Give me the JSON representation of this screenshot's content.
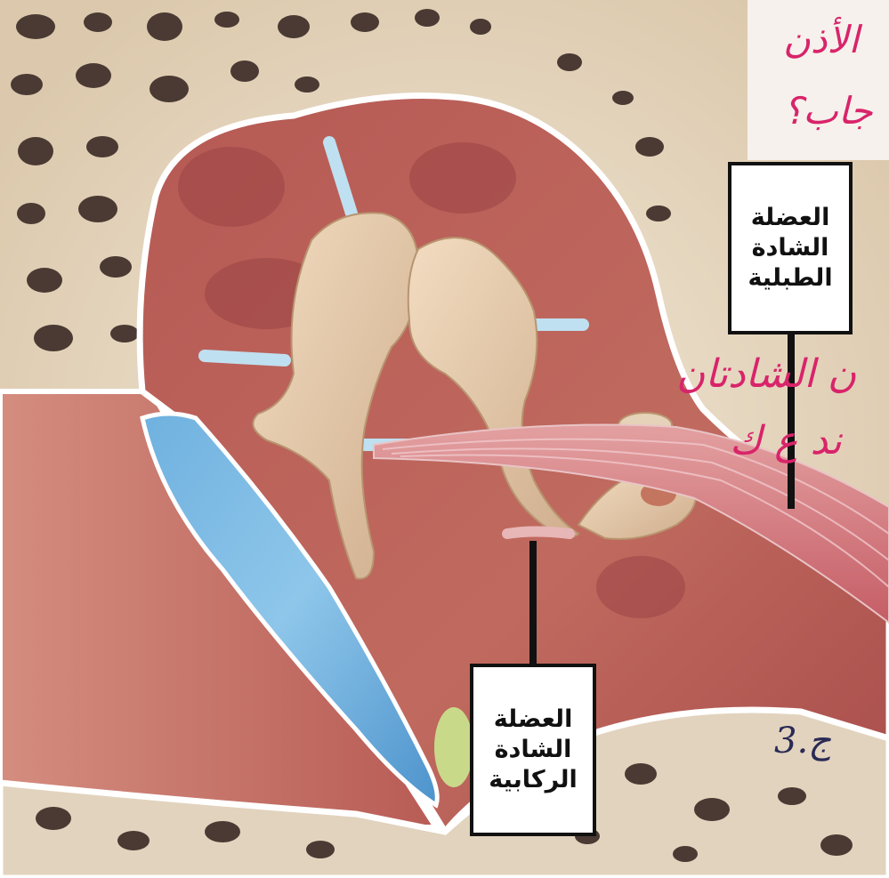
{
  "labels": {
    "tensor_tympani": {
      "line1": "العضلة",
      "line2": "الشادة",
      "line3": "الطبلية"
    },
    "stapedius": {
      "line1": "العضلة",
      "line2": "الشادة",
      "line3": "الركابية"
    }
  },
  "handwriting": {
    "top_1": "الأذن",
    "top_2": "جاب؟",
    "mid_1": "ن الشادتان",
    "mid_2": "ند ﻉ ك",
    "bottom": "ج.3"
  }
}
